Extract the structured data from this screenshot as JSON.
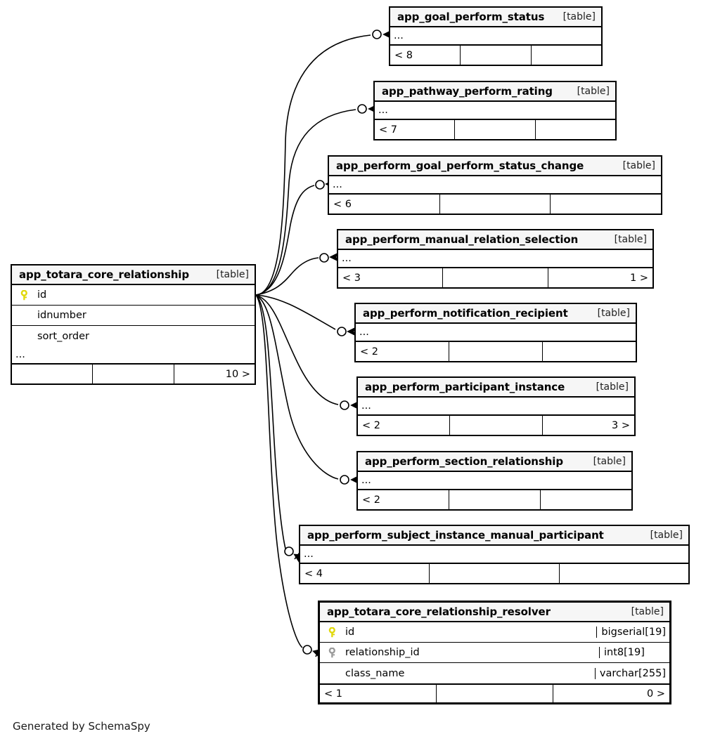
{
  "diagram": {
    "generator_note": "Generated by SchemaSpy",
    "table_kind_label": "[table]",
    "ellipsis": "...",
    "colors": {
      "primary_key": "#e8e20c",
      "foreign_key": "#9a9a9a",
      "header_background": "#f6f6f6",
      "border": "#000000",
      "background": "#ffffff"
    }
  },
  "tables": {
    "core_relationship": {
      "name": "app_totara_core_relationship",
      "kind": "[table]",
      "columns": [
        {
          "key": "primary",
          "name": "id",
          "type": ""
        },
        {
          "key": "none",
          "name": "idnumber",
          "type": ""
        },
        {
          "key": "none",
          "name": "sort_order",
          "type": ""
        }
      ],
      "more_columns": "...",
      "footer": {
        "left": "",
        "middle": "",
        "right": "10 >"
      }
    },
    "goal_perform_status": {
      "name": "app_goal_perform_status",
      "kind": "[table]",
      "more_columns": "...",
      "footer": {
        "left": "< 8",
        "middle": "",
        "right": ""
      }
    },
    "pathway_perform_rating": {
      "name": "app_pathway_perform_rating",
      "kind": "[table]",
      "more_columns": "...",
      "footer": {
        "left": "< 7",
        "middle": "",
        "right": ""
      }
    },
    "perform_goal_perform_status_change": {
      "name": "app_perform_goal_perform_status_change",
      "kind": "[table]",
      "more_columns": "...",
      "footer": {
        "left": "< 6",
        "middle": "",
        "right": ""
      }
    },
    "perform_manual_relation_selection": {
      "name": "app_perform_manual_relation_selection",
      "kind": "[table]",
      "more_columns": "...",
      "footer": {
        "left": "< 3",
        "middle": "",
        "right": "1 >"
      }
    },
    "perform_notification_recipient": {
      "name": "app_perform_notification_recipient",
      "kind": "[table]",
      "more_columns": "...",
      "footer": {
        "left": "< 2",
        "middle": "",
        "right": ""
      }
    },
    "perform_participant_instance": {
      "name": "app_perform_participant_instance",
      "kind": "[table]",
      "more_columns": "...",
      "footer": {
        "left": "< 2",
        "middle": "",
        "right": "3 >"
      }
    },
    "perform_section_relationship": {
      "name": "app_perform_section_relationship",
      "kind": "[table]",
      "more_columns": "...",
      "footer": {
        "left": "< 2",
        "middle": "",
        "right": ""
      }
    },
    "perform_subject_instance_manual_participant": {
      "name": "app_perform_subject_instance_manual_participant",
      "kind": "[table]",
      "more_columns": "...",
      "footer": {
        "left": "< 4",
        "middle": "",
        "right": ""
      }
    },
    "core_relationship_resolver": {
      "name": "app_totara_core_relationship_resolver",
      "kind": "[table]",
      "columns": [
        {
          "key": "primary",
          "name": "id",
          "type": "bigserial[19]"
        },
        {
          "key": "foreign",
          "name": "relationship_id",
          "type": "int8[19]"
        },
        {
          "key": "none",
          "name": "class_name",
          "type": "varchar[255]"
        }
      ],
      "footer": {
        "left": "< 1",
        "middle": "",
        "right": "0 >"
      }
    }
  }
}
